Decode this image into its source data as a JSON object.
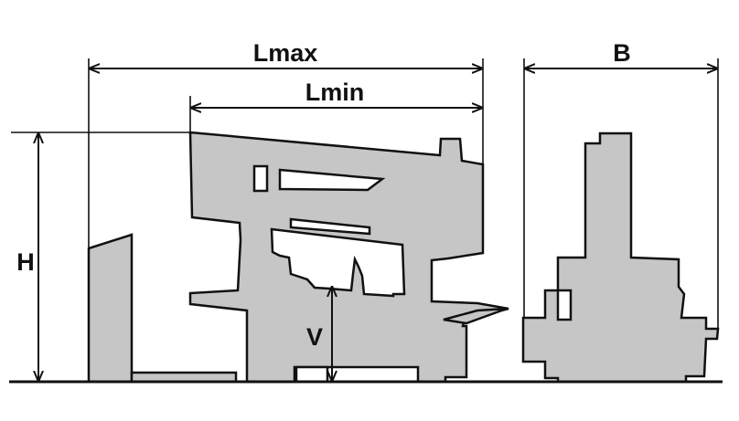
{
  "labels": {
    "lmax": "Lmax",
    "lmin": "Lmin",
    "b": "B",
    "h": "H",
    "v": "V"
  },
  "colors": {
    "fill": "#c6c6c6",
    "stroke": "#111111",
    "background": "#ffffff"
  }
}
